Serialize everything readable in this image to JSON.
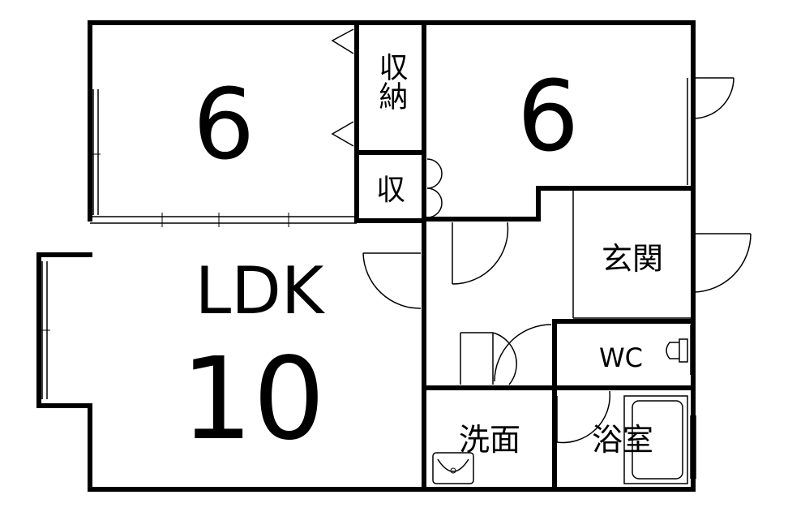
{
  "plan": {
    "rooms": {
      "bedroom_left": {
        "label": "6"
      },
      "closet_large": {
        "label": "収納"
      },
      "closet_small": {
        "label": "収"
      },
      "bedroom_right": {
        "label": "6"
      },
      "ldk": {
        "label_name": "LDK",
        "label_size": "10"
      },
      "entrance": {
        "label": "玄関"
      },
      "wc": {
        "label": "WC"
      },
      "washroom": {
        "label": "洗面"
      },
      "bathroom": {
        "label": "浴室"
      }
    }
  }
}
